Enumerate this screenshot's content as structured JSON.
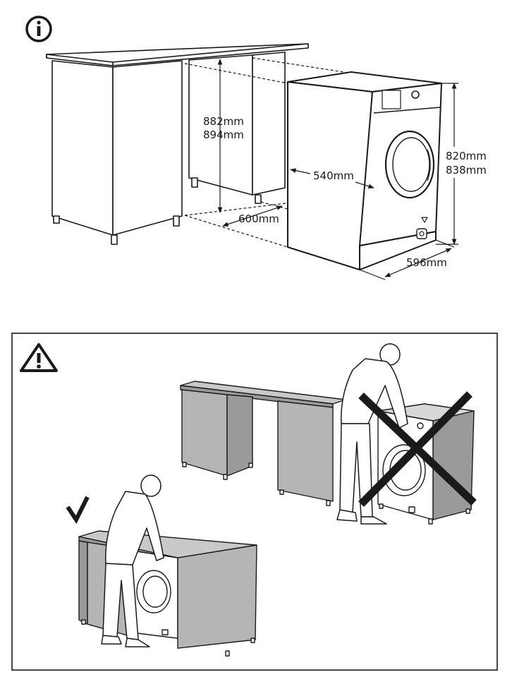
{
  "dimensions": {
    "height_cabinet_1": "882mm",
    "height_cabinet_2": "894mm",
    "depth_cabinet": "600mm",
    "depth_machine": "540mm",
    "height_machine_1": "820mm",
    "height_machine_2": "838mm",
    "width_machine": "596mm"
  },
  "icons": {
    "info": "info-circle-icon",
    "warning": "warning-triangle-icon",
    "check": "checkmark-icon",
    "cross": "cross-icon"
  },
  "colors": {
    "line": "#1a1a1a",
    "panel": "#b5b5b5",
    "panel_dark": "#8f8f8f",
    "top": "#d4d4d4"
  }
}
